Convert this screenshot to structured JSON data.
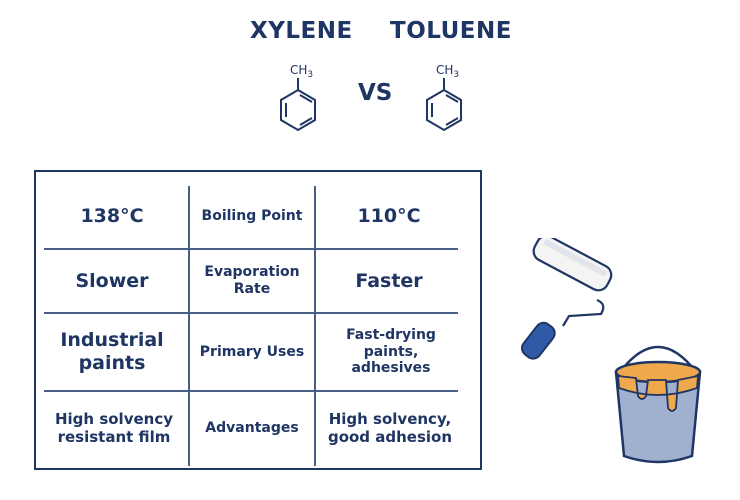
{
  "header": {
    "left_name": "XYLENE",
    "right_name": "TOLUENE",
    "vs_label": "VS",
    "methyl_left": "CH",
    "methyl_left_sub": "3",
    "methyl_right": "CH",
    "methyl_right_sub": "3"
  },
  "table": {
    "rows": [
      {
        "left": "138°C",
        "attribute": "Boiling Point",
        "right": "110°C"
      },
      {
        "left": "Slower",
        "attribute": "Evaporation Rate",
        "right": "Faster"
      },
      {
        "left": "Industrial paints",
        "attribute": "Primary Uses",
        "right": "Fast-drying paints, adhesives"
      },
      {
        "left": "High solvency resistant film",
        "attribute": "Advantages",
        "right": "High solvency, good adhesion"
      }
    ]
  },
  "colors": {
    "navy": "#1f3563",
    "blue": "#2f5aa8",
    "orange": "#f0a84c",
    "bucket": "#9fb1cf"
  },
  "icons": [
    "xylene-molecule-icon",
    "toluene-molecule-icon",
    "paint-roller-icon",
    "paint-bucket-icon"
  ]
}
